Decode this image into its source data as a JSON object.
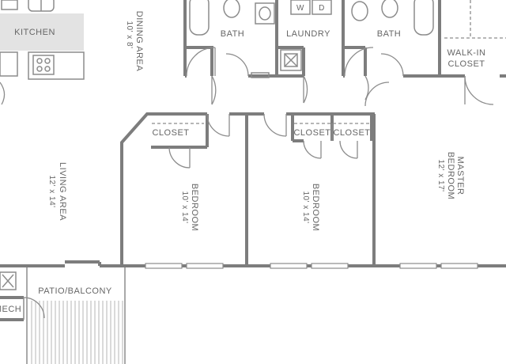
{
  "rooms": {
    "kitchen": {
      "label": "KITCHEN"
    },
    "dining": {
      "label": "DINING AREA",
      "dims": "10' x 8'"
    },
    "bath_1": {
      "label": "BATH"
    },
    "laundry": {
      "label": "LAUNDRY",
      "washer": "W",
      "dryer": "D"
    },
    "bath_2": {
      "label": "BATH"
    },
    "walkin": {
      "label_1": "WALK-IN",
      "label_2": "CLOSET"
    },
    "closet_1": {
      "label": "CLOSET"
    },
    "closet_2": {
      "label": "CLOSET"
    },
    "closet_3": {
      "label": "CLOSET"
    },
    "living": {
      "label": "LIVING AREA",
      "dims": "12' x 14'"
    },
    "bedroom_1": {
      "label": "BEDROOM",
      "dims": "10' x 14'"
    },
    "bedroom_2": {
      "label": "BEDROOM",
      "dims": "10' x 14'"
    },
    "master": {
      "label": "MASTER BEDROOM",
      "label_1": "MASTER",
      "label_2": "BEDROOM",
      "dims": "12' x 17'"
    },
    "patio": {
      "label": "PATIO/BALCONY"
    },
    "mech": {
      "label": "MECH"
    }
  },
  "colors": {
    "wall": "#7d7d7d",
    "kitchen_fill": "#e3e3e3",
    "line": "#8c8c8c",
    "text": "#666666"
  }
}
